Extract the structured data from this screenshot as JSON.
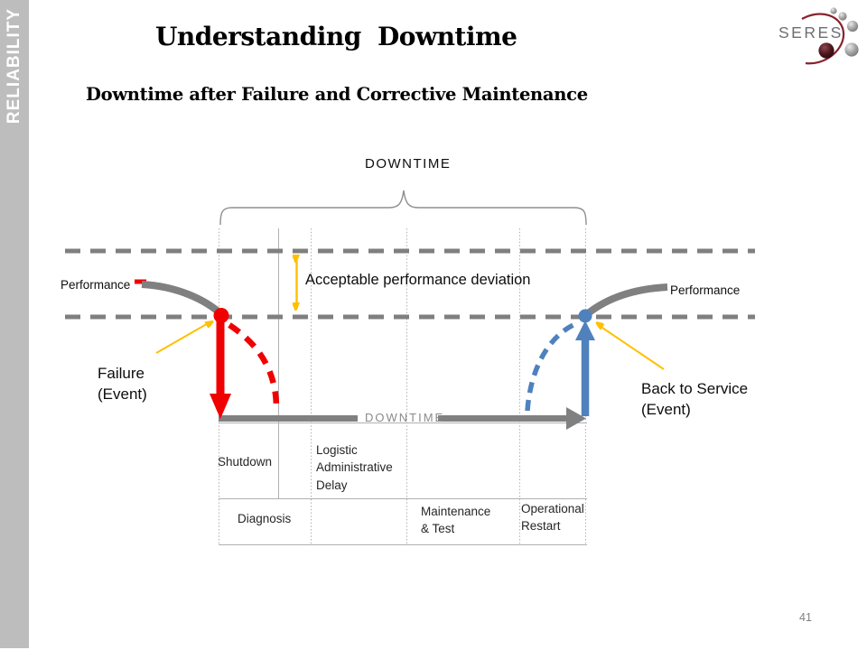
{
  "sidebar": {
    "label": "RELIABILITY"
  },
  "header": {
    "title": "Understanding Downtime",
    "subtitle": "Downtime after Failure and Corrective Maintenance"
  },
  "logo": {
    "text": "SERES"
  },
  "diagram": {
    "downtime_brace_label": "DOWNTIME",
    "downtime_axis_label": "DOWNTIME",
    "performance_left": "Performance",
    "performance_right": "Performance",
    "acceptable_deviation": "Acceptable performance deviation",
    "failure_line1": "Failure",
    "failure_line2": "(Event)",
    "back_line1": "Back to Service",
    "back_line2": "(Event)",
    "phases": {
      "shutdown": "Shutdown",
      "logistic1": "Logistic",
      "logistic2": "Administrative",
      "logistic3": "Delay",
      "diagnosis": "Diagnosis",
      "maintenance1": "Maintenance",
      "maintenance2": "& Test",
      "operational1": "Operational",
      "operational2": "Restart"
    }
  },
  "footer": {
    "page_number": "41"
  },
  "colors": {
    "sidebar_gray": "#bdbdbd",
    "diagram_gray": "#808080",
    "failure_red": "#f00000",
    "service_blue": "#4f81bd",
    "accent_orange": "#ffc000",
    "logo_maroon": "#87232e",
    "logo_text_gray": "#6d6e71"
  }
}
